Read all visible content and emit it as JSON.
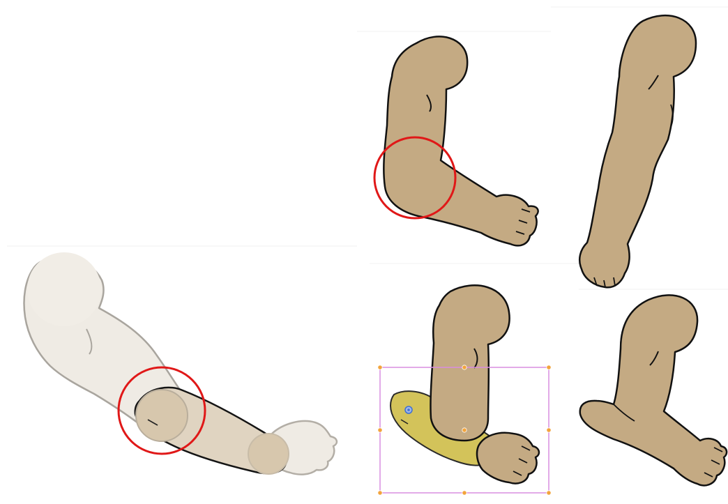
{
  "colors": {
    "skin": "#c4aa83",
    "skin_ghost": "#efebe4",
    "forearm_ghost": "#e0d4c1",
    "joint_ghost": "#d7c7ad",
    "outline": "#111111",
    "outline_ghost": "#a9a59e",
    "highlight_circle": "#e01818",
    "selected_piece": "#d3c35a",
    "selection_box": "#d98de0",
    "selection_handle": "#f2a43c",
    "pivot": "#3d6fd6",
    "panel_border": "#f1f1f1"
  },
  "figures": [
    {
      "name": "ghost-arm-reference"
    },
    {
      "name": "bent-arm-with-elbow-highlight"
    },
    {
      "name": "straight-arm-down"
    },
    {
      "name": "bent-arm-forearm-selected"
    },
    {
      "name": "bent-arm-final"
    }
  ]
}
